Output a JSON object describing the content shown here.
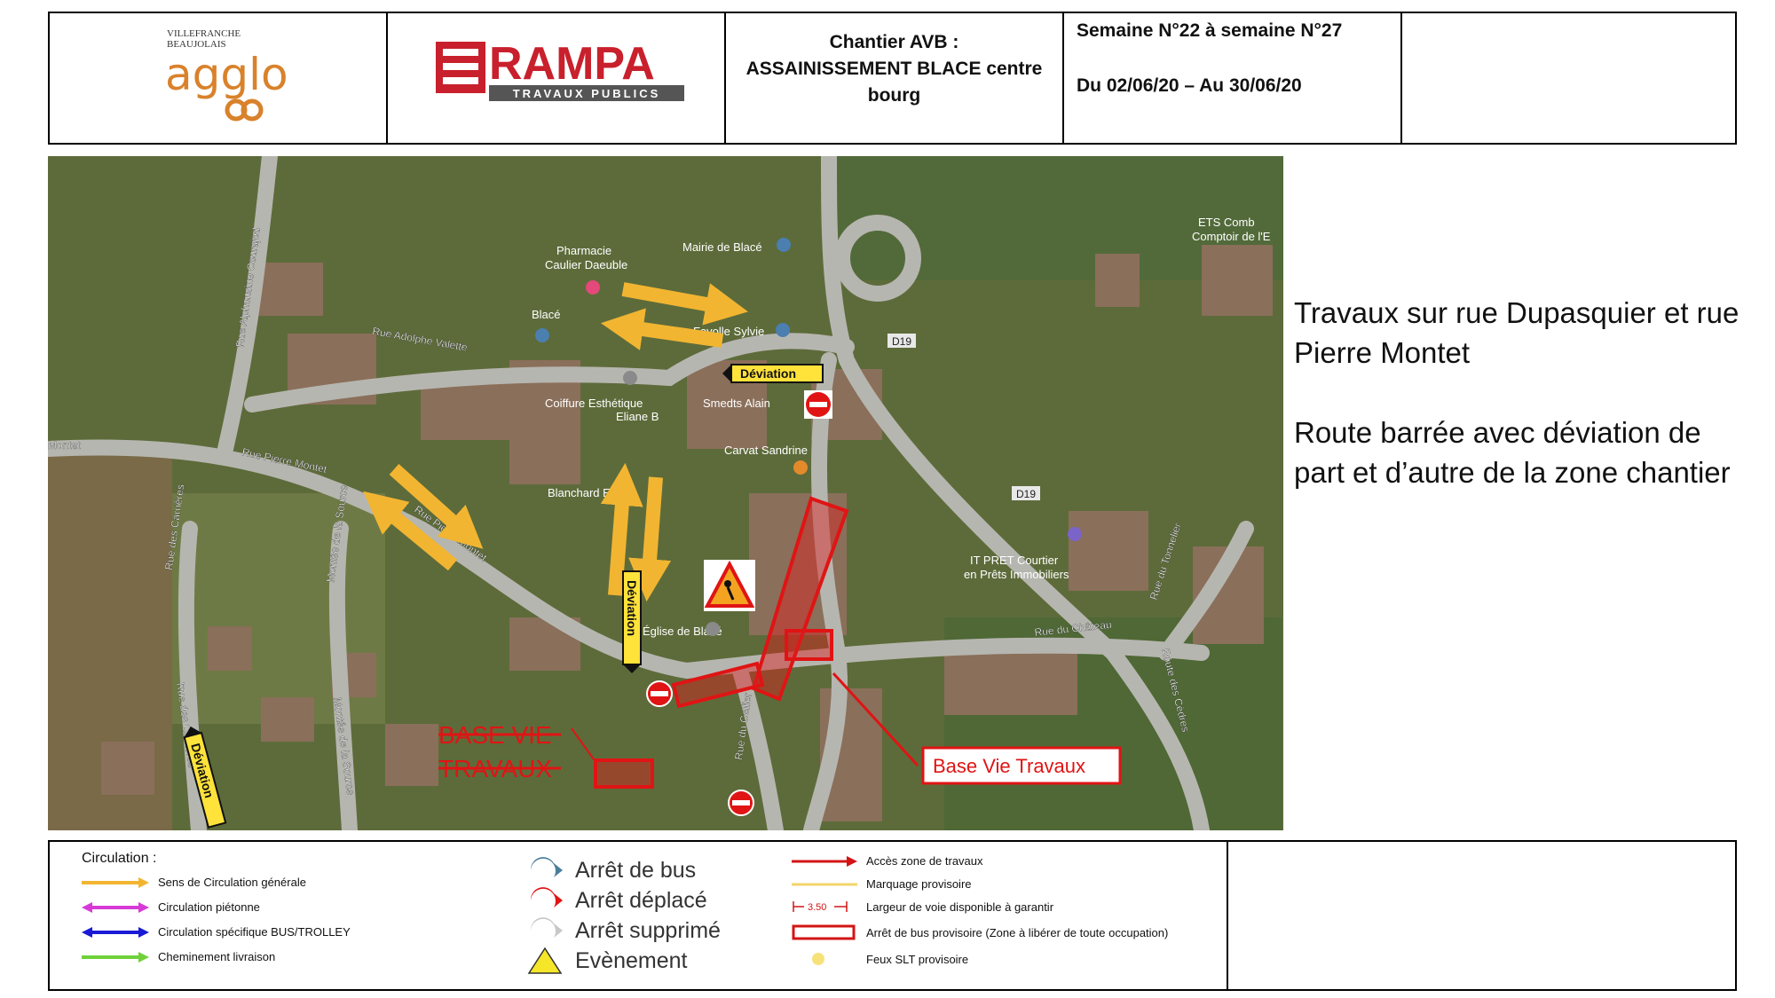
{
  "header": {
    "agglo_logo": {
      "line1": "VILLEFRANCHE",
      "line2": "BEAUJOLAIS",
      "word": "agglo"
    },
    "rampa_logo": {
      "name": "RAMPA",
      "sub": "TRAVAUX PUBLICS"
    },
    "chantier": {
      "line1": "Chantier AVB :",
      "line2": "ASSAINISSEMENT BLACE centre",
      "line3": "bourg"
    },
    "semaine": "Semaine N°22 à semaine N°27",
    "dates": "Du 02/06/20 – Au 30/06/20"
  },
  "map": {
    "labels": {
      "pharmacie": "Pharmacie",
      "pharmacie2": "Caulier Daeuble",
      "mairie": "Mairie de Blacé",
      "blace": "Blacé",
      "favolle": "Favolle Sylvie",
      "rue_alphonsine": "Rue Alphonsine Courajod",
      "rue_valette": "Rue Adolphe Valette",
      "coiffure": "Coiffure Esthétique",
      "eliane": "Eliane B",
      "smedts": "Smedts Alain",
      "montet": "Montet",
      "rue_pierre_montet1": "Rue Pierre Montet",
      "rue_pierre_montet2": "Rue Pierre Montet",
      "blanchard": "Blanchard Eliane",
      "carvat": "Carvat Sandrine",
      "d19a": "D19",
      "d19b": "D19",
      "ets": "ETS Comb",
      "comptoir": "Comptoir de l'E",
      "itpret": "IT PRET Courtier",
      "itpret2": "en Prêts Immobiliers",
      "rue_carrieres1": "Rue des Carrières",
      "rue_carrieres2": "Rue des Carrières",
      "montee_source1": "Montée de la Source",
      "montee_source2": "Montée de la Source",
      "eglise": "Église de Blacé",
      "rue_chateau": "Rue du Château",
      "rue_tonnelier": "Rue du Tonnelier",
      "route_cedres": "Route des Cèdres",
      "rue_cellier": "Rue du Cellier",
      "deviation1": "Déviation",
      "deviation2": "Déviation",
      "deviation3": "Déviation",
      "base_vie_struck1": "BASE VIE",
      "base_vie_struck2": "TRAVAUX",
      "base_vie_box": "Base Vie Travaux"
    }
  },
  "side_text": {
    "p1": "Travaux sur rue Dupasquier et rue Pierre Montet",
    "p2": "Route barrée avec déviation de part et d’autre de la zone chantier"
  },
  "legend": {
    "title": "Circulation :",
    "left": [
      {
        "label": "Sens de Circulation générale",
        "color": "#f2b531"
      },
      {
        "label": "Circulation piétonne",
        "color": "#d63ad6"
      },
      {
        "label": "Circulation spécifique BUS/TROLLEY",
        "color": "#1a1ad6"
      },
      {
        "label": "Cheminement livraison",
        "color": "#6fd13a"
      }
    ],
    "middle": [
      {
        "label": "Arrêt de bus",
        "color": "#4a7f9c"
      },
      {
        "label": "Arrêt déplacé",
        "color": "#e01414"
      },
      {
        "label": "Arrêt supprimé",
        "color": "#c8c8c8"
      },
      {
        "label": "Evènement",
        "color": "#f5e62a"
      }
    ],
    "right": [
      {
        "label": "Accès zone de travaux",
        "color": "#d41414"
      },
      {
        "label": "Marquage provisoire",
        "color": "#f2d46b"
      },
      {
        "label": "Largeur de voie disponible à garantir",
        "value": "3.50",
        "color": "#d41414"
      },
      {
        "label": "Arrêt de bus provisoire (Zone à libérer de toute occupation)",
        "color": "#d41414"
      },
      {
        "label": "Feux SLT provisoire",
        "color": "#f7e27a"
      }
    ]
  }
}
